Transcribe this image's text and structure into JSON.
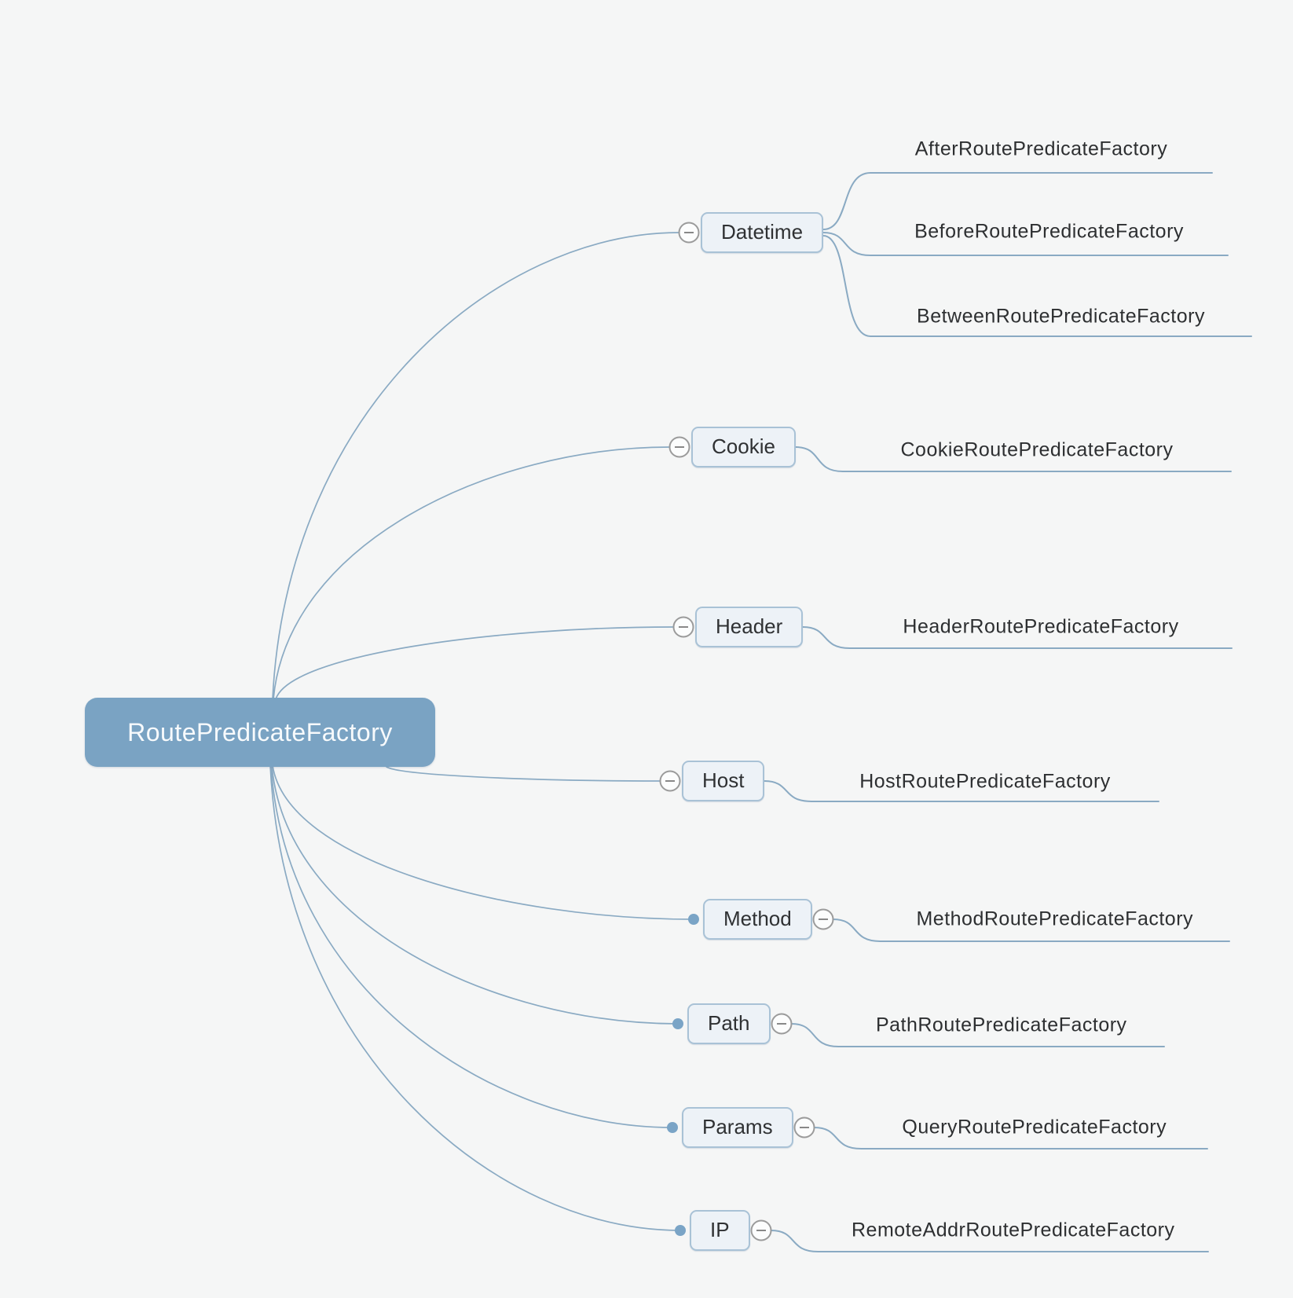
{
  "diagram": {
    "root": {
      "label": "RoutePredicateFactory"
    },
    "branches": [
      {
        "label": "Datetime",
        "children": [
          "AfterRoutePredicateFactory",
          "BeforeRoutePredicateFactory",
          "BetweenRoutePredicateFactory"
        ]
      },
      {
        "label": "Cookie",
        "children": [
          "CookieRoutePredicateFactory"
        ]
      },
      {
        "label": "Header",
        "children": [
          "HeaderRoutePredicateFactory"
        ]
      },
      {
        "label": "Host",
        "children": [
          "HostRoutePredicateFactory"
        ]
      },
      {
        "label": "Method",
        "children": [
          "MethodRoutePredicateFactory"
        ]
      },
      {
        "label": "Path",
        "children": [
          "PathRoutePredicateFactory"
        ]
      },
      {
        "label": "Params",
        "children": [
          "QueryRoutePredicateFactory"
        ]
      },
      {
        "label": "IP",
        "children": [
          "RemoteAddrRoutePredicateFactory"
        ]
      }
    ],
    "colors": {
      "background": "#f5f6f6",
      "root_fill": "#7aa3c3",
      "root_text": "#f7fafc",
      "edge": "#8aaac3",
      "node_fill": "#edf2f7",
      "node_border": "#a9c2d6",
      "node_text": "#2f3133",
      "collapse_circle_border": "#9b9b9b",
      "collapse_circle_fill": "#fcfdfd",
      "collapse_minus": "#888888",
      "dot_fill": "#7aa4c6"
    },
    "icons": {
      "collapse": "minus-circle-icon",
      "attach_point": "dot-icon"
    }
  }
}
